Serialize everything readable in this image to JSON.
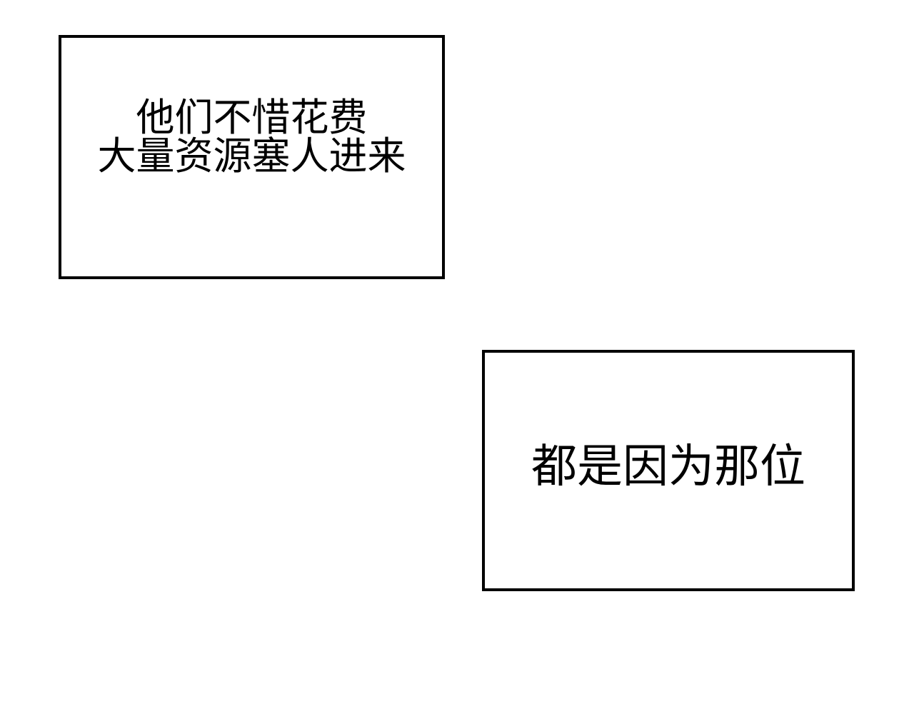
{
  "panels": [
    {
      "lines": [
        "他们不惜花费",
        "大量资源塞人进来"
      ]
    },
    {
      "lines": [
        "都是因为那位"
      ]
    }
  ]
}
